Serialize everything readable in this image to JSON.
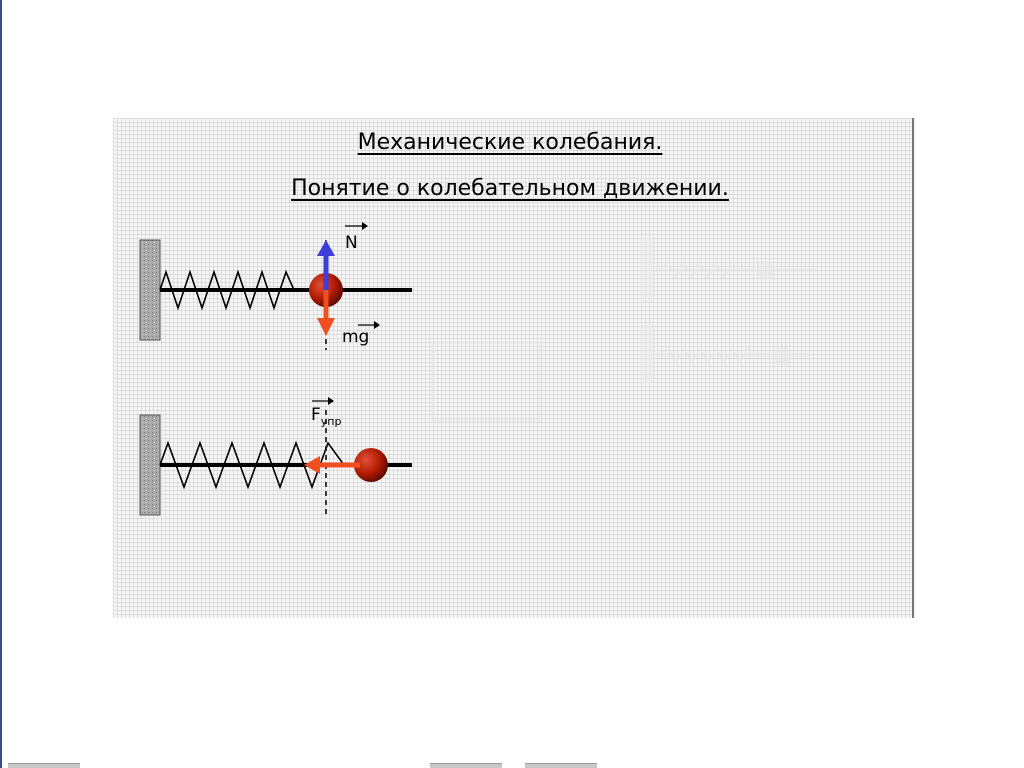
{
  "slide": {
    "title": "Механические колебания.",
    "subtitle": "Понятие о колебательном движении."
  },
  "diagram_top": {
    "label_normal_force": "N",
    "label_gravity_base": "mg"
  },
  "diagram_bottom": {
    "label_elastic_force_base": "F",
    "label_elastic_force_sub": "упр"
  },
  "colors": {
    "wall": "#a9a9a9",
    "ball": "#b01a00",
    "arrow_up": "#3d3dd8",
    "arrow_down": "#f05020",
    "rod": "#000000"
  }
}
